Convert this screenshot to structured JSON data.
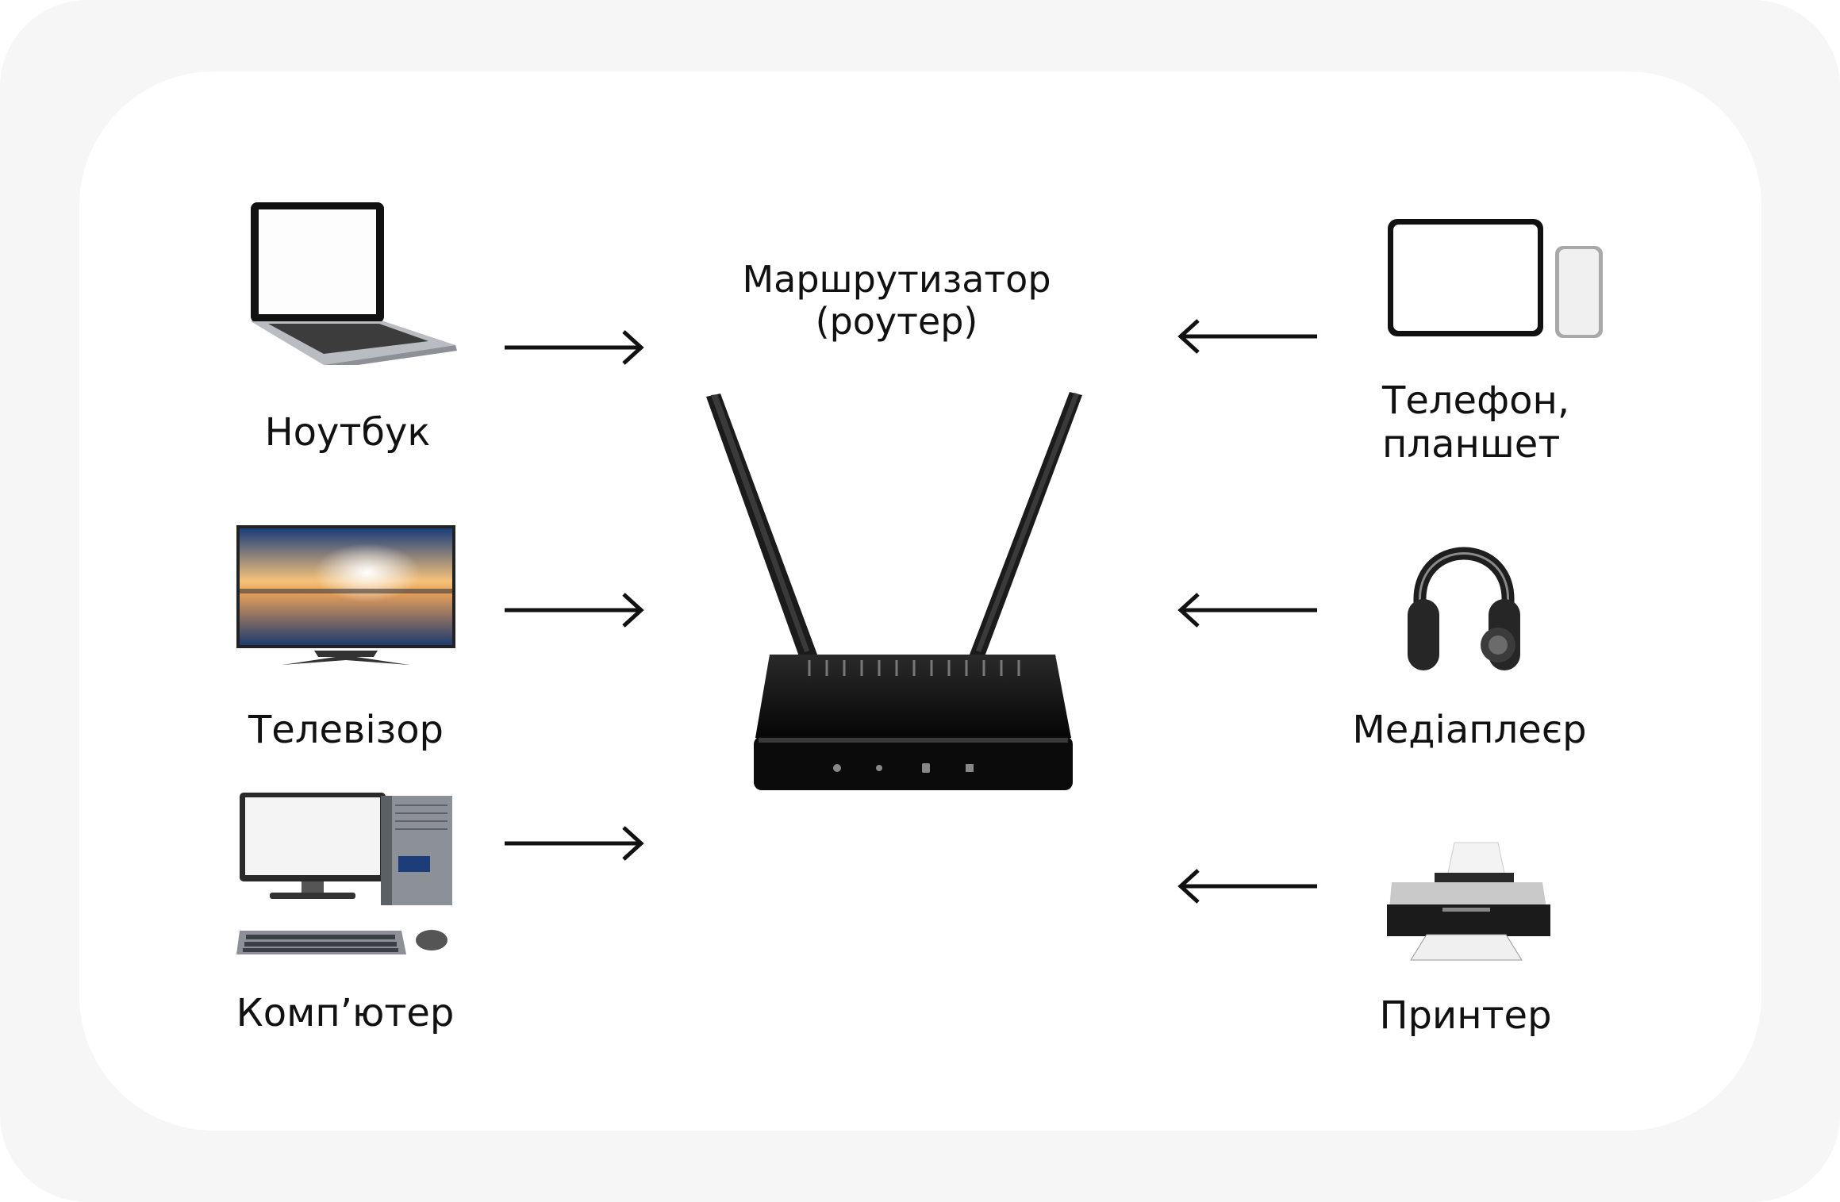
{
  "router": {
    "line1": "Маршрутизатор",
    "line2": "(роутер)"
  },
  "devices": {
    "laptop": "Ноутбук",
    "tv": "Телевізор",
    "computer": "Комп’ютер",
    "phone_tablet_line1": "Телефон,",
    "phone_tablet_line2": "планшет",
    "media_player": "Медіаплеєр",
    "printer": "Принтер"
  },
  "icons": {
    "laptop": "laptop-icon",
    "tv": "tv-icon",
    "computer": "desktop-computer-icon",
    "phone_tablet": "phone-tablet-icon",
    "media_player": "headphones-icon",
    "printer": "printer-icon",
    "router": "wifi-router-icon"
  },
  "colors": {
    "background": "#f6f6f6",
    "card": "#ffffff",
    "text": "#111111",
    "arrow": "#111111"
  }
}
